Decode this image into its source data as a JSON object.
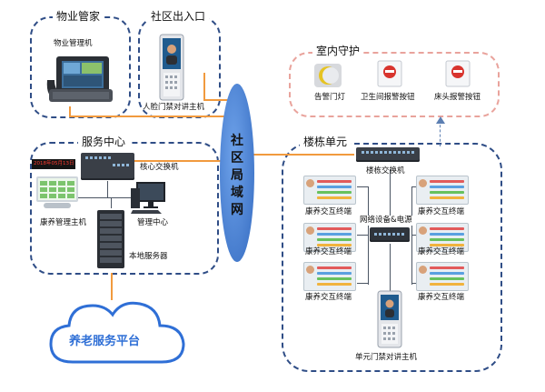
{
  "regions": {
    "property": "物业管家",
    "gate": "社区出入口",
    "indoor": "室内守护",
    "service": "服务中心",
    "building": "楼栋单元"
  },
  "network": {
    "label": "社区局域网"
  },
  "labels": {
    "property_host": "物业管理机",
    "face_gate": "人脸门禁对讲主机",
    "warning_light": "告警门灯",
    "bathroom_btn": "卫生间报警按钮",
    "bedside_btn": "床头报警按钮",
    "core_switch": "核心交换机",
    "care_host": "康养管理主机",
    "mgmt_center": "管理中心",
    "local_server": "本地服务器",
    "floor_switch": "楼栋交换机",
    "net_power": "网络设备&电源",
    "unit_intercom": "单元门禁对讲主机",
    "terminal": "康养交互终端"
  },
  "led_text": "2018年05月13日",
  "cloud": {
    "label": "养老服务平台"
  },
  "colors": {
    "region_border": "#2f4d86",
    "indoor_border": "#e9a39c",
    "network_oval": "#4f86d6",
    "line_orange": "#f19a3e",
    "line_blue": "#5c7fb2"
  }
}
